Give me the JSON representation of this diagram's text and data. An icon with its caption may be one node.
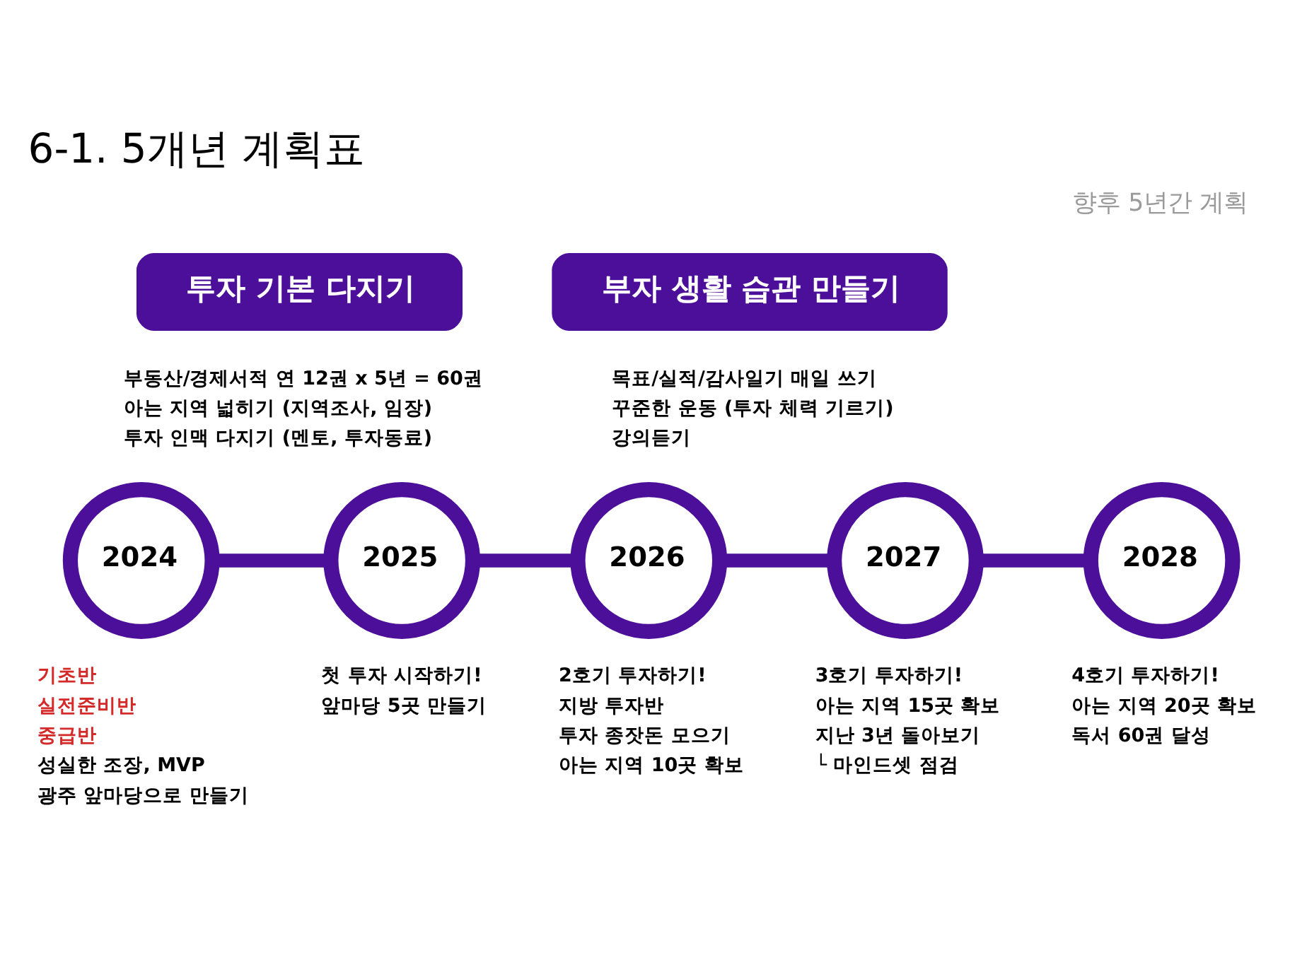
{
  "diagram": {
    "title": "6-1. 5개년 계획표",
    "nodes": [
      {
        "text": [
          "투자 기본 다지기"
        ],
        "beside": [
          "부동산/경제서적 연 12권 x 5년 = 60권",
          "아는 지역 넓히기 (지역조사, 임장)",
          "투자 인맥 다지기 (멘토, 투자동료)"
        ]
      },
      {
        "text": [
          "부자 생활 습관 만들기"
        ],
        "beside": [
          "목표/실적/감사일기 매일 쓰기",
          "꾸준한 운동 (투자 체력 기르기)",
          "강의듣기"
        ]
      },
      {
        "text": [
          "2024"
        ],
        "beside": [
          "기초반",
          "실전준비반",
          "중급반",
          "성실한 조장, MVP",
          "광주 앞마당으로 만들기"
        ]
      },
      {
        "text": [
          "2025"
        ],
        "beside": [
          "첫 투자 시작하기!",
          "앞마당 5곳 만들기"
        ]
      },
      {
        "text": [
          "2026"
        ],
        "beside": [
          "2호기 투자하기!",
          "지방 투자반",
          "투자 종잣돈 모으기",
          "아는 지역 10곳 확보"
        ]
      },
      {
        "text": [
          "2027"
        ],
        "beside": [
          "3호기 투자하기!",
          "아는 지역 15곳 확보",
          "지난 3년 돌아보기",
          "└ 마인드셋 점검"
        ]
      },
      {
        "text": [
          "2028"
        ],
        "beside": [
          "4호기 투자하기!",
          "아는 지역 20곳 확보",
          "독서 60권 달성"
        ]
      }
    ],
    "edges": [
      {
        "from": 2,
        "to": 3,
        "arrow": "none"
      },
      {
        "from": 3,
        "to": 4,
        "arrow": "none"
      },
      {
        "from": 4,
        "to": 5,
        "arrow": "none"
      },
      {
        "from": 5,
        "to": 6,
        "arrow": "none"
      }
    ],
    "labels": [
      "향후 5년간 계획"
    ]
  }
}
